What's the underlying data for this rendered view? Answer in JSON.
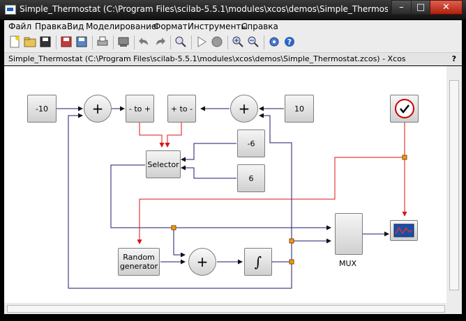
{
  "window": {
    "title": "Simple_Thermostat (C:\\Program Files\\scilab-5.5.1\\modules\\xcos\\demos\\Simple_Thermostat.zcos) ...",
    "min_label": "–",
    "max_label": "□",
    "close_label": "✕"
  },
  "menu": {
    "items": [
      "Файл",
      "Правка",
      "Вид",
      "Моделирование",
      "Формат",
      "Инструменты",
      "Справка"
    ]
  },
  "toolbar": {
    "icons": [
      "new-document-icon",
      "open-folder-icon",
      "open-file-icon",
      "save-icon",
      "save-as-icon",
      "print-icon",
      "export-icon",
      "undo-icon",
      "redo-icon",
      "fit-diagram-icon",
      "start-icon",
      "stop-icon",
      "zoom-in-icon",
      "zoom-out-icon",
      "settings-icon",
      "help-icon"
    ]
  },
  "pathbar": {
    "text": "Simple_Thermostat (C:\\Program Files\\scilab-5.5.1\\modules\\xcos\\demos\\Simple_Thermostat.zcos) - Xcos",
    "help": "?"
  },
  "diagram": {
    "const_m10": "-10",
    "sum": "+",
    "neg_to_pos": "- to +",
    "pos_to_neg": "+ to -",
    "const_10": "10",
    "selector": "Selector",
    "const_m6": "-6",
    "const_6": "6",
    "random_generator": "Random generator",
    "integral": "∫",
    "mux": "MUX",
    "colors": {
      "link": "#1a1a6e",
      "event_link": "#e01010",
      "split": "#ff9900"
    }
  }
}
